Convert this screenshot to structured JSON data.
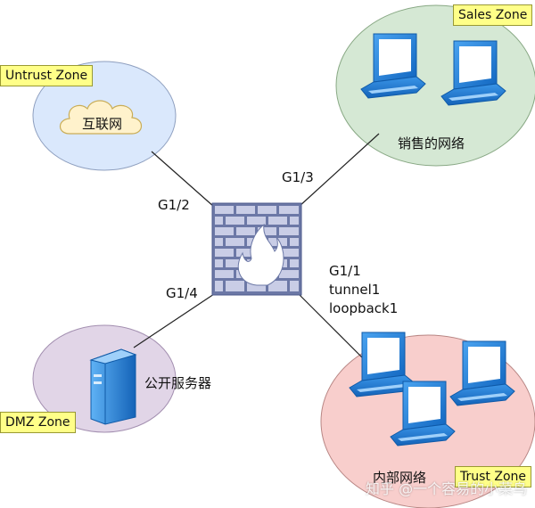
{
  "zones": {
    "untrust": {
      "tag": "Untrust Zone",
      "fill": "#dae8fc"
    },
    "sales": {
      "tag": "Sales Zone",
      "fill": "#d5e8d4"
    },
    "dmz": {
      "tag": "DMZ Zone",
      "fill": "#e1d5e7"
    },
    "trust": {
      "tag": "Trust Zone",
      "fill": "#f8cecc"
    }
  },
  "nodes": {
    "internet": {
      "label": "互联网",
      "icon": "cloud-icon"
    },
    "sales_network": {
      "label": "销售的网络",
      "icon": "laptop-icon"
    },
    "public_servers": {
      "label": "公开服务器",
      "icon": "server-icon"
    },
    "internal_network": {
      "label": "内部网络",
      "icon": "laptop-icon"
    },
    "firewall": {
      "icon": "firewall-icon"
    }
  },
  "interfaces": {
    "g12": "G1/2",
    "g13": "G1/3",
    "g14": "G1/4",
    "g11": "G1/1",
    "tunnel": "tunnel1",
    "loopback": "loopback1"
  },
  "watermark": "知乎 @一个容易的小菜鸟",
  "colors": {
    "tag_fill": "#ffff88",
    "firewall_brick": "#c9cde6",
    "firewall_mortar": "#6c78a6",
    "laptop_blue": "#1f7fd6"
  }
}
